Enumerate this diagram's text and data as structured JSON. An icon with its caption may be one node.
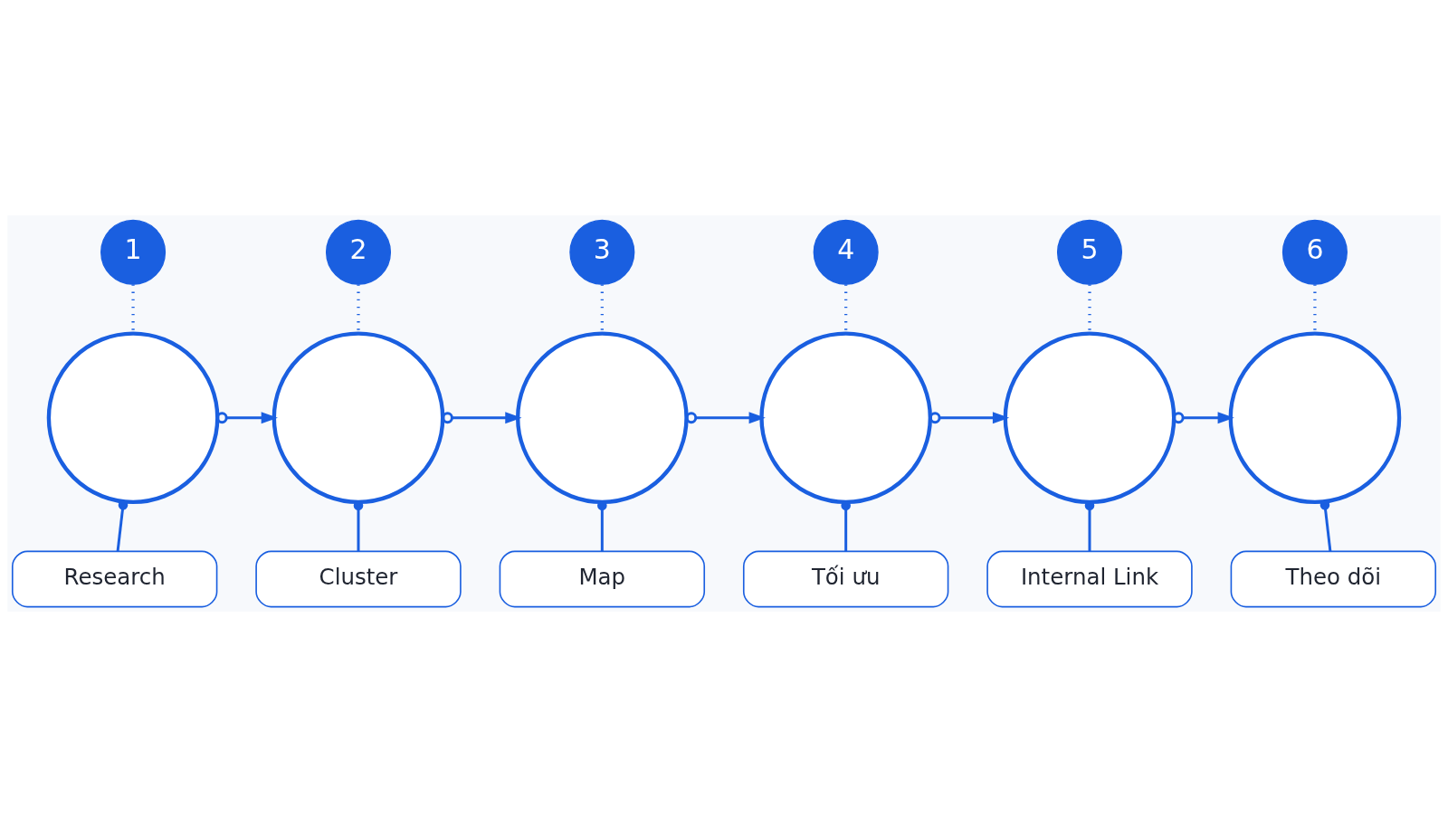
{
  "diagram": {
    "nodes": [
      {
        "text": [
          "1"
        ]
      },
      {
        "text": [
          "2"
        ]
      },
      {
        "text": [
          "3"
        ]
      },
      {
        "text": [
          "4"
        ]
      },
      {
        "text": [
          "5"
        ]
      },
      {
        "text": [
          "6"
        ]
      },
      {
        "text": [],
        "shape": "circle"
      },
      {
        "text": [],
        "shape": "circle"
      },
      {
        "text": [],
        "shape": "circle"
      },
      {
        "text": [],
        "shape": "circle"
      },
      {
        "text": [],
        "shape": "circle"
      },
      {
        "text": [],
        "shape": "circle"
      },
      {
        "text": [
          "Research"
        ]
      },
      {
        "text": [
          "Cluster"
        ]
      },
      {
        "text": [
          "Map"
        ]
      },
      {
        "text": [
          "Tối ưu"
        ]
      },
      {
        "text": [
          "Internal Link"
        ]
      },
      {
        "text": [
          "Theo dõi"
        ]
      }
    ],
    "edges": [
      {
        "from": 0,
        "to": 6,
        "arrow": "none",
        "style": "dashed"
      },
      {
        "from": 6,
        "to": 12,
        "arrow": "other"
      },
      {
        "from": 6,
        "to": 7,
        "arrow": "to"
      },
      {
        "from": 1,
        "to": 7,
        "arrow": "none",
        "style": "dashed"
      },
      {
        "from": 7,
        "to": 13,
        "arrow": "other"
      },
      {
        "from": 7,
        "to": 8,
        "arrow": "to"
      },
      {
        "from": 2,
        "to": 8,
        "arrow": "none",
        "style": "dashed"
      },
      {
        "from": 8,
        "to": 14,
        "arrow": "other"
      },
      {
        "from": 8,
        "to": 9,
        "arrow": "to"
      },
      {
        "from": 3,
        "to": 9,
        "arrow": "none",
        "style": "dashed"
      },
      {
        "from": 9,
        "to": 15,
        "arrow": "other"
      },
      {
        "from": 9,
        "to": 10,
        "arrow": "to"
      },
      {
        "from": 4,
        "to": 10,
        "arrow": "none",
        "style": "dashed"
      },
      {
        "from": 10,
        "to": 16,
        "arrow": "other"
      },
      {
        "from": 10,
        "to": 11,
        "arrow": "to"
      },
      {
        "from": 5,
        "to": 11,
        "arrow": "none",
        "style": "dashed"
      },
      {
        "from": 11,
        "to": 17,
        "arrow": "other"
      }
    ]
  }
}
